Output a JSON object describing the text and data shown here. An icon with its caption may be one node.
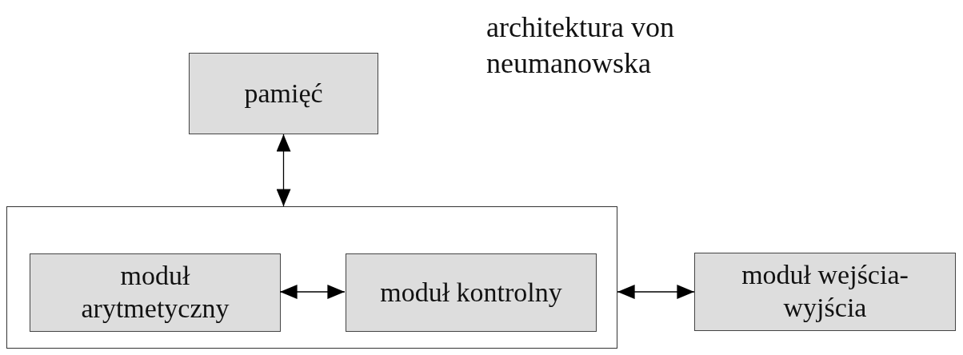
{
  "diagram": {
    "title": "architektura von neumanowska",
    "nodes": [
      {
        "text": [
          "pamięć"
        ]
      },
      {
        "text": [],
        "shape": "box"
      },
      {
        "text": [
          "moduł arytmetyczny"
        ],
        "in": 1
      },
      {
        "text": [
          "moduł kontrolny"
        ],
        "in": 1
      },
      {
        "text": [
          "moduł wejścia-wyjścia"
        ]
      }
    ],
    "edges": [
      {
        "from": 0,
        "to": 1,
        "arrow": "both"
      },
      {
        "from": 2,
        "to": 3,
        "arrow": "both"
      },
      {
        "from": 1,
        "to": 4,
        "arrow": "both"
      }
    ]
  }
}
